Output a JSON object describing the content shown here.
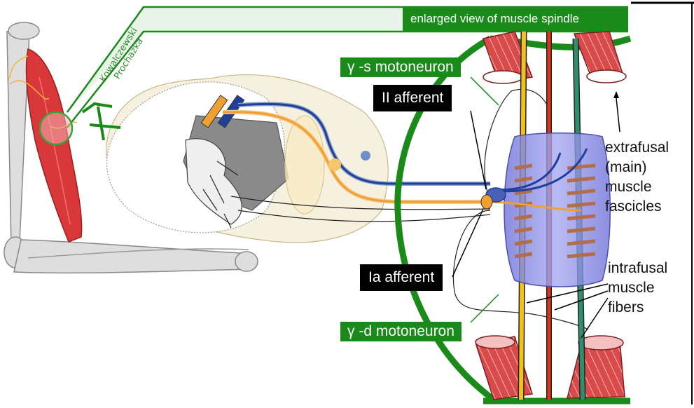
{
  "banner": "enlarged view of muscle spindle",
  "labels": {
    "gamma_s": "γ -s motoneuron",
    "gamma_d": "γ -d motoneuron",
    "group_ii": "II afferent",
    "group_ia": "Ia afferent",
    "extrafusal": [
      "extrafusal",
      "(main)",
      "muscle",
      "fascicles"
    ],
    "intrafusal": [
      "intrafusal",
      "muscle",
      "fibers"
    ]
  },
  "credit": [
    "Kowalczewski",
    "Prochazka"
  ],
  "colors": {
    "green": "#1a8a1a",
    "muscle_red": "#d9534f",
    "afferent_orange": "#f0a030",
    "afferent_blue": "#1f3f9a",
    "spindle_capsule": "#8b8fe0",
    "bone": "#dcdcdc"
  }
}
